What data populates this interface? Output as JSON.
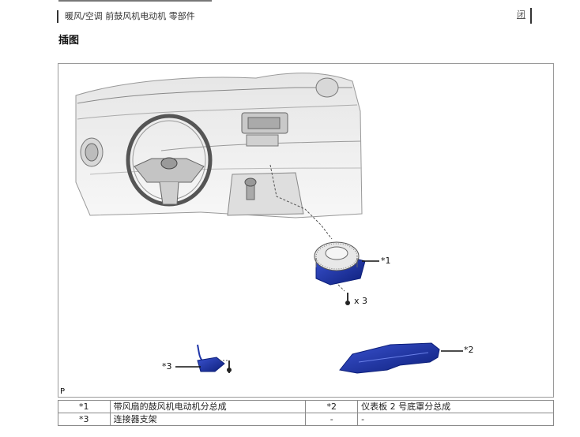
{
  "header": {
    "breadcrumb": "暖风/空调  前鼓风机电动机  零部件",
    "close_label": "闭"
  },
  "section": {
    "title": "插图"
  },
  "figure": {
    "callouts": {
      "c1": "*1",
      "qty": "x 3",
      "c2": "*2",
      "c3": "*3"
    },
    "id_label": "P"
  },
  "legend": {
    "rows": [
      {
        "mark_a": "*1",
        "desc_a": "带风扇的鼓风机电动机分总成",
        "mark_b": "*2",
        "desc_b": "仪表板 2 号底罩分总成"
      },
      {
        "mark_a": "*3",
        "desc_a": "连接器支架",
        "mark_b": "-",
        "desc_b": "-"
      }
    ]
  },
  "colors": {
    "part_blue": "#1f35a8",
    "part_blue_dark": "#0d1f7a",
    "line_grey": "#555555"
  }
}
